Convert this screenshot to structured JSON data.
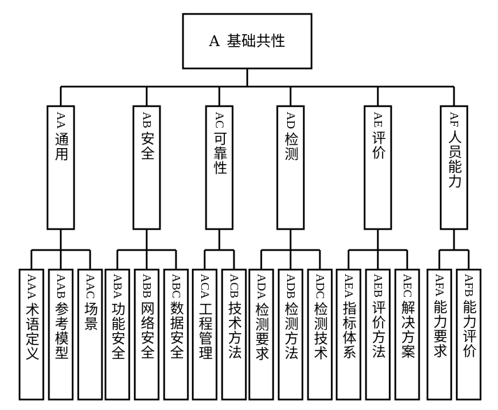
{
  "root": {
    "code": "A",
    "label": "基础共性"
  },
  "categories": [
    {
      "code": "AA",
      "label": "通用",
      "subs": [
        {
          "code": "AAA",
          "label": "术语定义"
        },
        {
          "code": "AAB",
          "label": "参考模型"
        },
        {
          "code": "AAC",
          "label": "场景"
        }
      ]
    },
    {
      "code": "AB",
      "label": "安全",
      "subs": [
        {
          "code": "ABA",
          "label": "功能安全"
        },
        {
          "code": "ABB",
          "label": "网络安全"
        },
        {
          "code": "ABC",
          "label": "数据安全"
        }
      ]
    },
    {
      "code": "AC",
      "label": "可靠性",
      "subs": [
        {
          "code": "ACA",
          "label": "工程管理"
        },
        {
          "code": "ACB",
          "label": "技术方法"
        }
      ]
    },
    {
      "code": "AD",
      "label": "检测",
      "subs": [
        {
          "code": "ADA",
          "label": "检测要求"
        },
        {
          "code": "ADB",
          "label": "检测方法"
        },
        {
          "code": "ADC",
          "label": "检测技术"
        }
      ]
    },
    {
      "code": "AE",
      "label": "评价",
      "subs": [
        {
          "code": "AEA",
          "label": "指标体系"
        },
        {
          "code": "AEB",
          "label": "评价方法"
        },
        {
          "code": "AEC",
          "label": "解决方案"
        }
      ]
    },
    {
      "code": "AF",
      "label": "人员能力",
      "subs": [
        {
          "code": "AFA",
          "label": "能力要求"
        },
        {
          "code": "AFB",
          "label": "能力评价"
        }
      ]
    }
  ]
}
